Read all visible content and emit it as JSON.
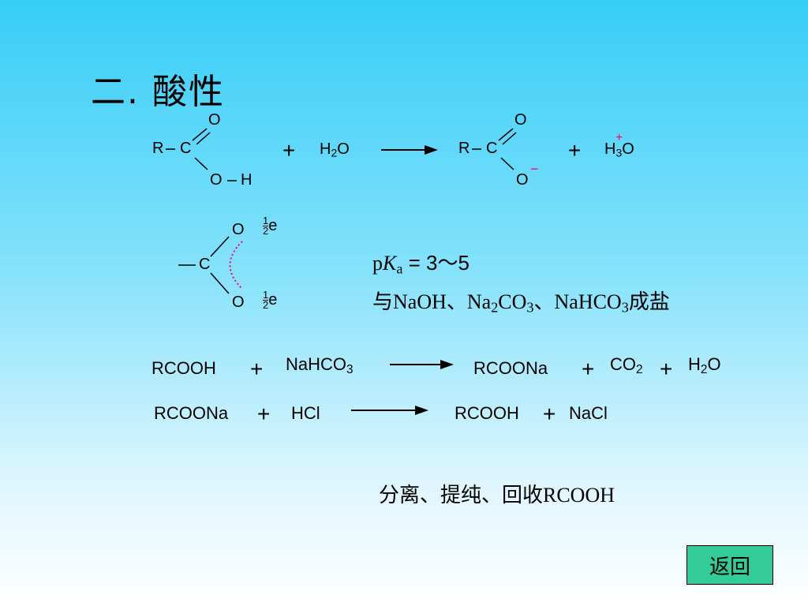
{
  "title": "二.  酸性",
  "eq1": {
    "r1_R": "R",
    "r1_C": "C",
    "r1_O_top": "O",
    "r1_O_bottom": "O",
    "r1_H": "H",
    "plus1": "+",
    "water": "H",
    "water_sub": "2",
    "water_O": "O",
    "p1_R": "R",
    "p1_C": "C",
    "p1_O_top": "O",
    "p1_O_bottom": "O",
    "minus": "−",
    "plus2": "+",
    "hydronium_H": "H",
    "hydronium_sub": "3",
    "hydronium_O": "O",
    "hydronium_charge": "+"
  },
  "resonance": {
    "C": "C",
    "O_top": "O",
    "O_bottom": "O",
    "frac_num": "1",
    "frac_den": "2",
    "e": "e"
  },
  "pka": {
    "p": "p",
    "K": "K",
    "a": "a",
    "value": " = 3～5"
  },
  "salt_line": {
    "prefix": "与NaOH、Na",
    "sub1": "2",
    "mid": "CO",
    "sub2": "3",
    "mid2": "、NaHCO",
    "sub3": "3",
    "suffix": "成盐"
  },
  "eq2": {
    "reactant1": "RCOOH",
    "plus1": "+",
    "reactant2": "NaHCO",
    "reactant2_sub": "3",
    "product1": "RCOONa",
    "plus2": "+",
    "product2": "CO",
    "product2_sub": "2",
    "plus3": "+",
    "product3": "H",
    "product3_sub": "2",
    "product3_O": "O"
  },
  "eq3": {
    "reactant1": "RCOONa",
    "plus1": "+",
    "reactant2": "HCl",
    "product1": "RCOOH",
    "plus2": "+",
    "product2": "NaCl"
  },
  "note": "分离、提纯、回收RCOOH",
  "return_label": "返回",
  "colors": {
    "charge": "#ff0066",
    "button": "#33cc99"
  }
}
